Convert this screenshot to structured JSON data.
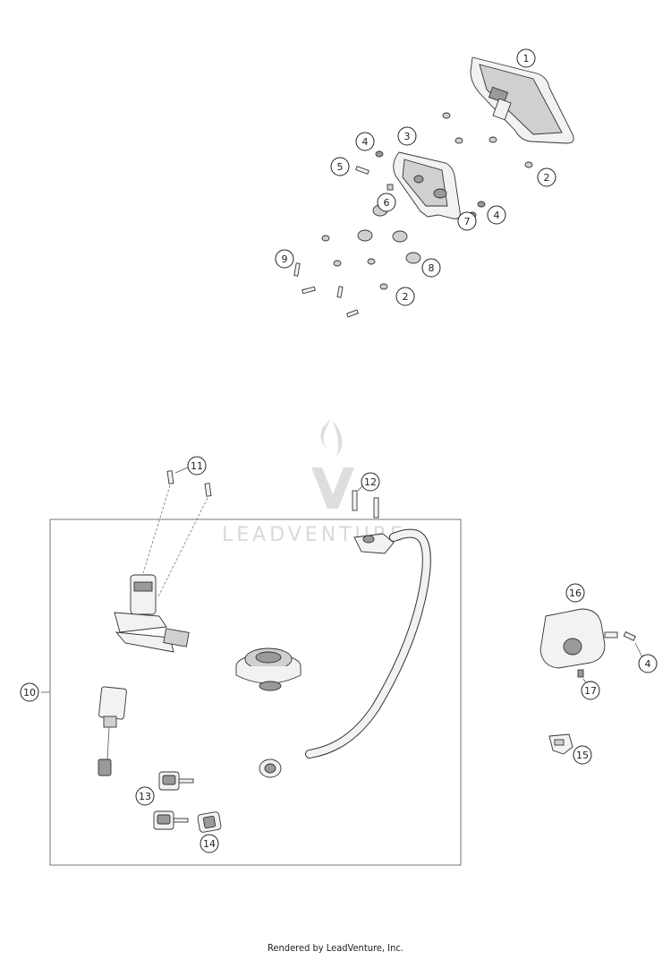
{
  "footer": {
    "text": "Rendered by LeadVenture, Inc."
  },
  "watermark": {
    "text": "LEADVENTURE"
  },
  "colors": {
    "line": "#333333",
    "watermark": "#d9d9d9",
    "background": "#ffffff"
  },
  "callouts": [
    {
      "id": "c1",
      "label": "1"
    },
    {
      "id": "c2a",
      "label": "2"
    },
    {
      "id": "c3",
      "label": "3"
    },
    {
      "id": "c4a",
      "label": "4"
    },
    {
      "id": "c5",
      "label": "5"
    },
    {
      "id": "c6",
      "label": "6"
    },
    {
      "id": "c4b",
      "label": "4"
    },
    {
      "id": "c7",
      "label": "7"
    },
    {
      "id": "c9",
      "label": "9"
    },
    {
      "id": "c8",
      "label": "8"
    },
    {
      "id": "c2b",
      "label": "2"
    },
    {
      "id": "c11",
      "label": "11"
    },
    {
      "id": "c12",
      "label": "12"
    },
    {
      "id": "c16",
      "label": "16"
    },
    {
      "id": "c10",
      "label": "10"
    },
    {
      "id": "c4c",
      "label": "4"
    },
    {
      "id": "c17",
      "label": "17"
    },
    {
      "id": "c15",
      "label": "15"
    },
    {
      "id": "c13",
      "label": "13"
    },
    {
      "id": "c14",
      "label": "14"
    }
  ]
}
